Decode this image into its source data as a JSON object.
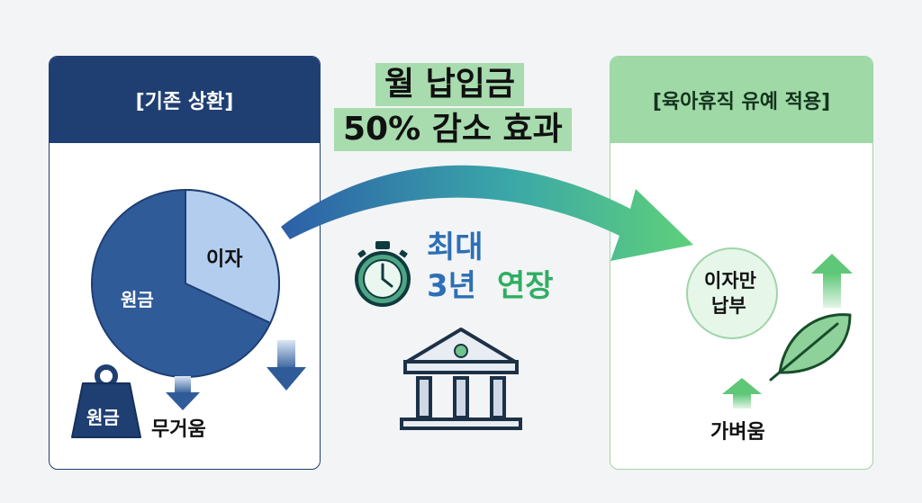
{
  "left_panel": {
    "title": "[기존 상환]",
    "pie_interest_label": "이자",
    "pie_principal_label": "원금",
    "weight_label": "원금",
    "burden_label": "무거움"
  },
  "headline": {
    "line1": "월 납입금",
    "line2": "50% 감소 효과"
  },
  "extension": {
    "line1": "최대",
    "line2_num": "3년",
    "line2_word": "연장"
  },
  "right_panel": {
    "title": "[육아휴직 유예 적용]",
    "circle_line1": "이자만",
    "circle_line2": "납부",
    "light_label": "가벼움"
  },
  "colors": {
    "navy": "#1f3f73",
    "pie_principal": "#2f5b99",
    "pie_interest": "#b3cdee",
    "mint": "#9fdaa6",
    "green": "#2fae62",
    "blue": "#2c6fb6"
  },
  "icons": [
    "stopwatch-icon",
    "bank-icon",
    "feather-icon",
    "weight-icon",
    "arrow-down-icon",
    "arrow-up-icon",
    "curved-arrow-icon"
  ]
}
